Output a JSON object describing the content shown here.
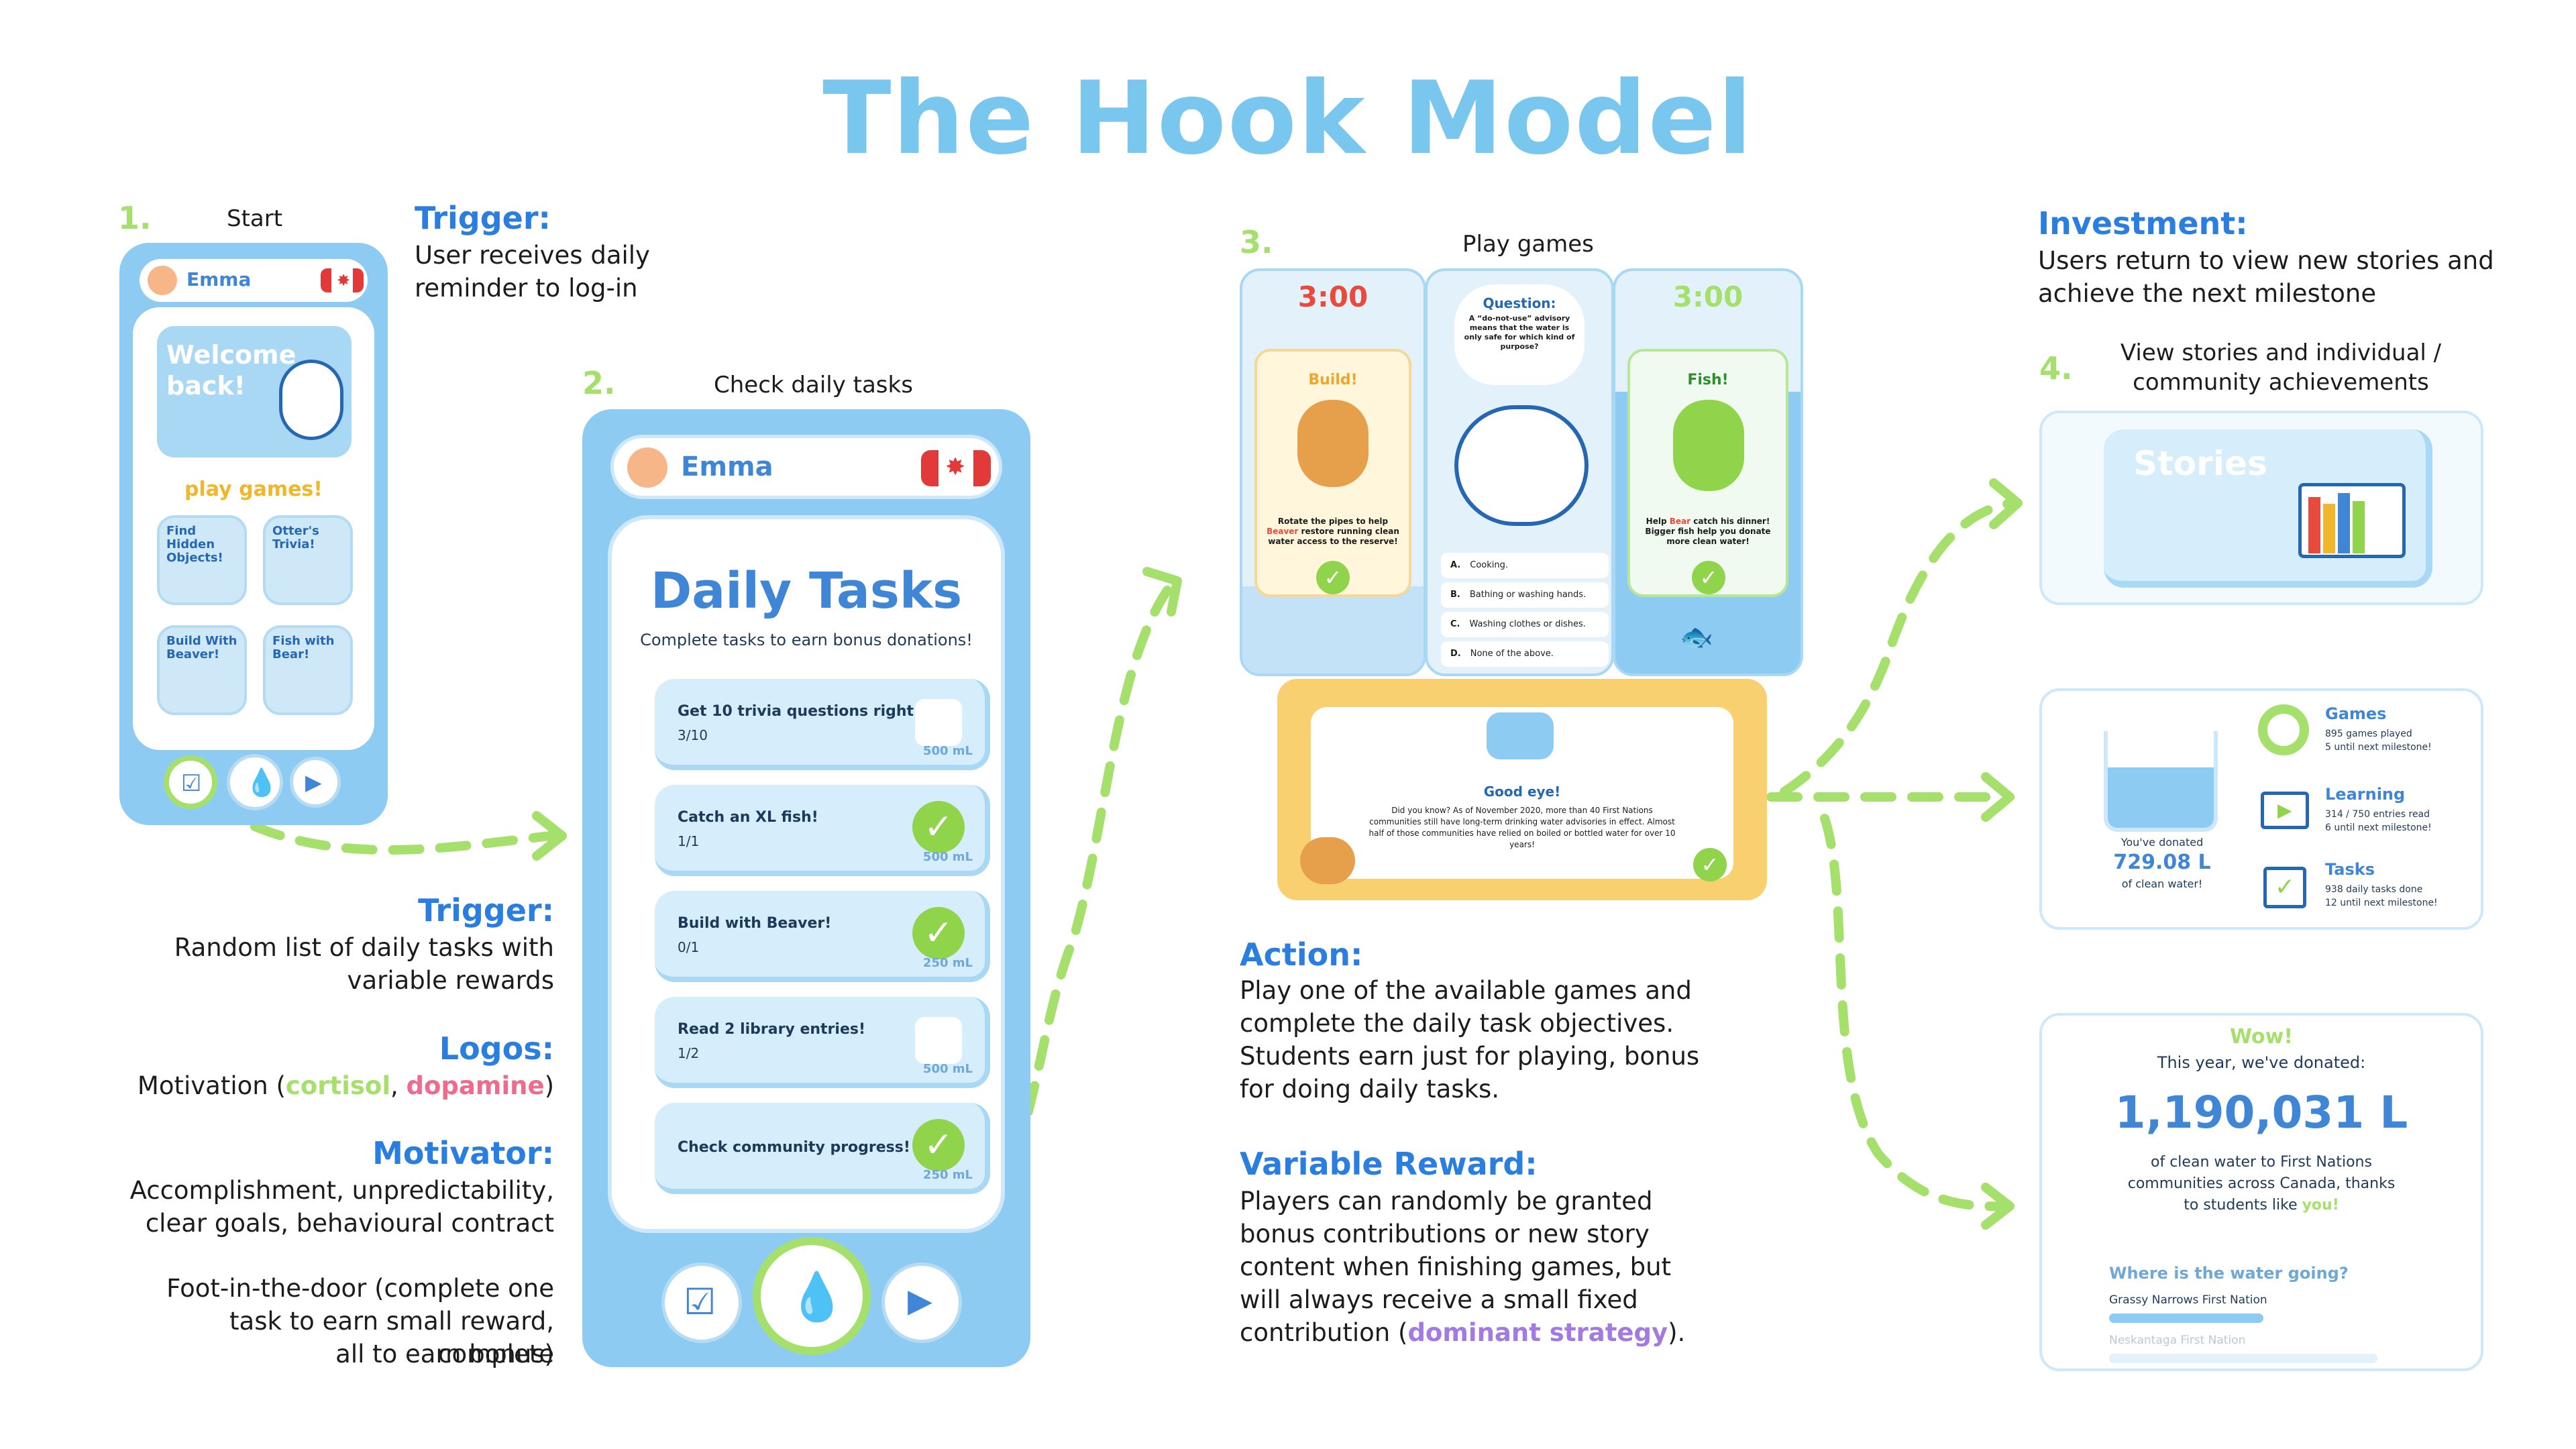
{
  "title": "The Hook Model",
  "step1": {
    "number": "1.",
    "caption": "Start",
    "trigger_heading": "Trigger:",
    "trigger_text_1": "User receives daily",
    "trigger_text_2": "reminder to log-in",
    "app": {
      "user_name": "Emma",
      "welcome": "Welcome back!",
      "play_games": "play games!",
      "games": [
        "Find Hidden Objects!",
        "Otter's Trivia!",
        "Build With Beaver!",
        "Fish with Bear!"
      ]
    }
  },
  "step2": {
    "number": "2.",
    "caption": "Check daily tasks",
    "app": {
      "user_name": "Emma",
      "heading": "Daily Tasks",
      "subheading": "Complete tasks to earn bonus donations!",
      "tasks": [
        {
          "title": "Get 10 trivia questions right!",
          "progress": "3/10",
          "reward": "500 mL",
          "done": false
        },
        {
          "title": "Catch an XL fish!",
          "progress": "1/1",
          "reward": "500 mL",
          "done": true
        },
        {
          "title": "Build with Beaver!",
          "progress": "0/1",
          "reward": "250 mL",
          "done": true
        },
        {
          "title": "Read 2 library entries!",
          "progress": "1/2",
          "reward": "500 mL",
          "done": false
        },
        {
          "title": "Check community progress!",
          "progress": "",
          "reward": "250 mL",
          "done": true
        }
      ]
    }
  },
  "left_notes": {
    "trigger_heading": "Trigger:",
    "trigger_1": "Random list of daily tasks with",
    "trigger_2": "variable rewards",
    "logos_heading": "Logos:",
    "logos_prefix": "Motivation (",
    "logos_cortisol": "cortisol",
    "logos_sep": ", ",
    "logos_dopamine": "dopamine",
    "logos_suffix": ")",
    "motivator_heading": "Motivator:",
    "motivator_1": "Accomplishment, unpredictability,",
    "motivator_2": "clear goals, behavioural contract",
    "foot_1": "Foot-in-the-door (complete one",
    "foot_2": "task to earn small reward, complete",
    "foot_3": "all to earn bonus)"
  },
  "step3": {
    "number": "3.",
    "caption": "Play games",
    "build": {
      "timer": "3:00",
      "label": "Build!",
      "text_1": "Rotate the pipes to help",
      "text_highlight": "Beaver",
      "text_2": "restore running clean water access to the reserve!"
    },
    "question": {
      "label": "Question:",
      "text": "A “do-not-use” advisory means that the water is only safe for which kind of purpose?",
      "answers": [
        {
          "letter": "A.",
          "text": "Cooking."
        },
        {
          "letter": "B.",
          "text": "Bathing or washing hands."
        },
        {
          "letter": "C.",
          "text": "Washing clothes or dishes."
        },
        {
          "letter": "D.",
          "text": "None of the above."
        }
      ]
    },
    "fish": {
      "timer": "3:00",
      "label": "Fish!",
      "text_1": "Help",
      "text_highlight": "Bear",
      "text_2": "catch his dinner! Bigger fish help you donate more clean water!"
    },
    "reward": {
      "title": "Good eye!",
      "text": "Did you know? As of November 2020, more than 40 First Nations communities still have long-term drinking water advisories in effect. Almost half of those communities have relied on boiled or bottled water for over 10 years!"
    }
  },
  "action_notes": {
    "action_heading": "Action:",
    "action_1": "Play one of the available games and",
    "action_2": "complete the daily task objectives.",
    "action_3": "Students earn just for playing, bonus",
    "action_4": "for doing daily tasks.",
    "reward_heading": "Variable Reward:",
    "reward_1": "Players can randomly be granted",
    "reward_2": "bonus contributions or new story",
    "reward_3": "content when finishing games, but",
    "reward_4": "will always receive a small fixed",
    "reward_5_prefix": "contribution (",
    "reward_5_highlight": "dominant strategy",
    "reward_5_suffix": ")."
  },
  "step4": {
    "number": "4.",
    "investment_heading": "Investment:",
    "investment_1": "Users return to view new stories and",
    "investment_2": "achieve the next milestone",
    "caption_1": "View stories and individual /",
    "caption_2": "community achievements",
    "stories_label": "Stories",
    "stats": {
      "donated_label": "You've donated",
      "donated_value": "729.08 L",
      "donated_sub": "of clean water!",
      "games_title": "Games",
      "games_1": "895 games played",
      "games_2": "5 until next milestone!",
      "learning_title": "Learning",
      "learning_1": "314 / 750 entries read",
      "learning_2": "6 until next milestone!",
      "tasks_title": "Tasks",
      "tasks_1": "938 daily tasks done",
      "tasks_2": "12 until next milestone!"
    },
    "community": {
      "wow": "Wow!",
      "year_text": "This year, we've donated:",
      "total": "1,190,031 L",
      "desc_1": "of clean water to First Nations",
      "desc_2": "communities across Canada, thanks",
      "desc_3_prefix": "to students like ",
      "desc_3_highlight": "you!",
      "where_heading": "Where is the water going?",
      "nation_1": "Grassy Narrows First Nation",
      "nation_2": "Neskantaga First Nation"
    }
  },
  "colors": {
    "title": "#79c6ee",
    "green": "#a6e06c",
    "heading_blue": "#2a7ee0",
    "dopamine_pink": "#f06a8e",
    "strategy_purple": "#a27ae0",
    "reward_yellow": "#f8d070"
  }
}
